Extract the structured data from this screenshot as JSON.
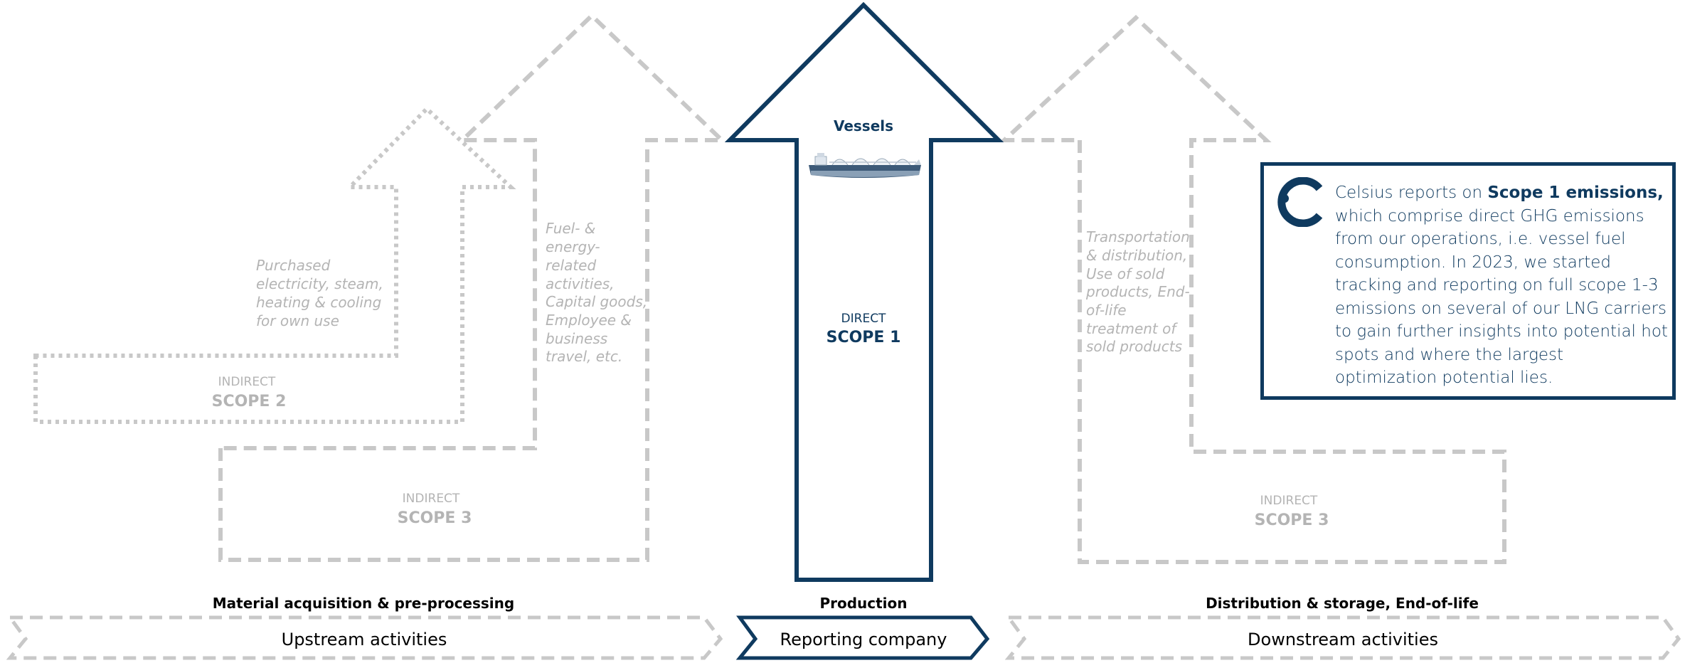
{
  "scope1": {
    "title": "Vessels",
    "type_label": "DIRECT",
    "scope_label": "SCOPE 1"
  },
  "scope2": {
    "type_label": "INDIRECT",
    "scope_label": "SCOPE 2",
    "description": [
      "Purchased",
      "electricity, steam,",
      "heating & cooling",
      "for own use"
    ]
  },
  "scope3_upstream": {
    "type_label": "INDIRECT",
    "scope_label": "SCOPE 3",
    "description": [
      "Fuel- &",
      "energy-",
      "related",
      "activities,",
      "Capital goods,",
      "Employee &",
      "business",
      "travel, etc."
    ]
  },
  "scope3_downstream": {
    "type_label": "INDIRECT",
    "scope_label": "SCOPE 3",
    "description": [
      "Transportation",
      "& distribution,",
      "Use of sold",
      "products, End-",
      "of-life",
      "treatment of",
      "sold products"
    ]
  },
  "phases": {
    "upstream": "Material acquisition & pre-processing",
    "production": "Production",
    "downstream": "Distribution & storage, End-of-life"
  },
  "bars": {
    "upstream": "Upstream activities",
    "reporting": "Reporting company",
    "downstream": "Downstream activities"
  },
  "info": {
    "prefix": "Celsius reports on ",
    "bold": "Scope 1 emissions,",
    "suffix": " which comprise direct GHG emissions from our operations, i.e. vessel fuel consumption. In 2023, we started tracking and reporting on full scope 1-3 emissions on several of our LNG carriers to gain further insights into potential hot spots and where the largest optimization potential lies."
  },
  "colors": {
    "navy": "#0f3a5f",
    "gray": "#c8c8c8",
    "gray_text": "#b4b4b4"
  },
  "icons": {
    "logo": "celsius-c-logo-icon",
    "vessel": "lng-vessel-icon"
  }
}
